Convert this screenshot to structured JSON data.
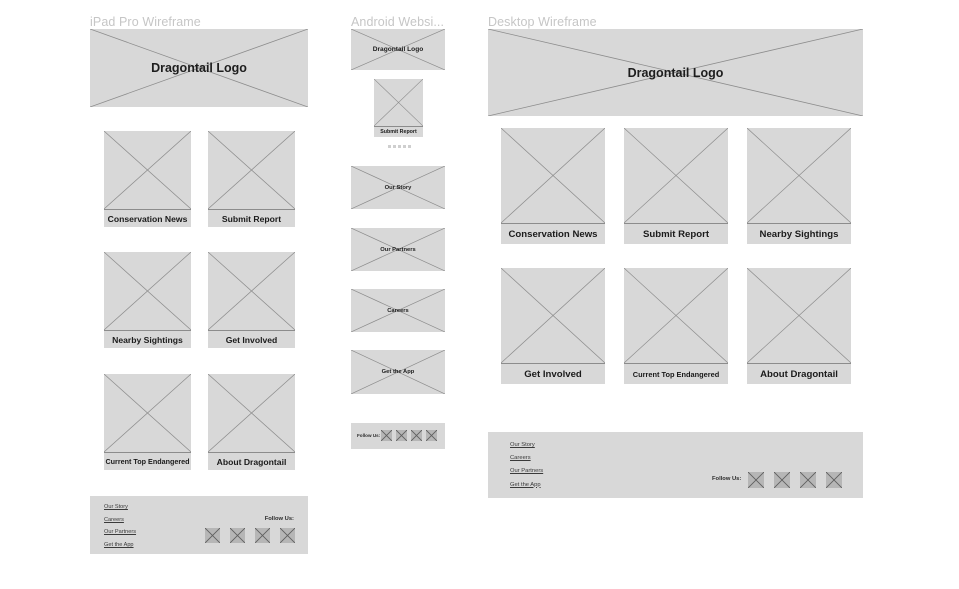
{
  "colors": {
    "placeholder_fill": "#d8d8d8",
    "stroke": "#8c8c8c",
    "title_text": "#c6c6c6",
    "label_text": "#1d1d1d",
    "social_fill": "#b6b6b6",
    "background": "#ffffff"
  },
  "columns": {
    "ipad": {
      "title": "iPad Pro Wireframe",
      "logo_label": "Dragontail Logo",
      "cards": [
        "Conservation News",
        "Submit Report",
        "Nearby Sightings",
        "Get Involved",
        "Current Top Endangered",
        "About Dragontail"
      ],
      "footer": {
        "links": [
          "Our Story",
          "Careers",
          "Our Partners",
          "Get the App"
        ],
        "follow_label": "Follow Us:",
        "social_count": 4
      }
    },
    "android": {
      "title": "Android Websi...",
      "logo_label": "Dragontail Logo",
      "carousel_card": "Submit Report",
      "carousel_dots": 5,
      "banners": [
        "Our Story",
        "Our Partners",
        "Careers",
        "Get the App"
      ],
      "footer": {
        "follow_label": "Follow Us:",
        "social_count": 4
      }
    },
    "desktop": {
      "title": "Desktop Wireframe",
      "logo_label": "Dragontail Logo",
      "row1": [
        "Conservation News",
        "Submit Report",
        "Nearby Sightings"
      ],
      "row2": [
        "Get Involved",
        "Current Top Endangered",
        "About Dragontail"
      ],
      "footer": {
        "links": [
          "Our Story",
          "Careers",
          "Our Partners",
          "Get the App"
        ],
        "follow_label": "Follow Us:",
        "social_count": 4
      }
    }
  }
}
